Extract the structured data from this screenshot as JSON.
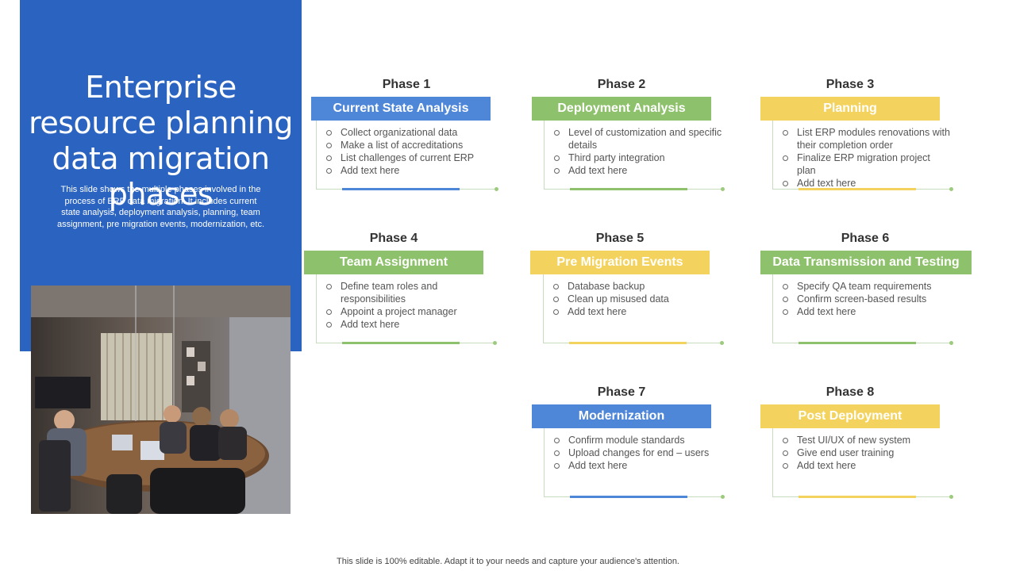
{
  "title": "Enterprise resource planning data migration phases",
  "description": "This slide shows the multiple phases involved in the process of ERP data migration. It includes current state analysis, deployment analysis, planning, team assignment, pre migration events, modernization, etc.",
  "footer": "This slide is 100% editable. Adapt it to your needs and capture your audience's attention.",
  "colors": {
    "panel_blue": "#2b63c0",
    "blue": "#4e86d8",
    "green": "#8ec16b",
    "yellow": "#f3d35d"
  },
  "phases": [
    {
      "label": "Phase 1",
      "heading": "Current State Analysis",
      "color": "blue",
      "items": [
        "Collect organizational data",
        "Make a list of accreditations",
        "List challenges of current ERP",
        "Add text here"
      ]
    },
    {
      "label": "Phase 2",
      "heading": "Deployment Analysis",
      "color": "green",
      "items": [
        "Level of customization and specific details",
        "Third party integration",
        "Add text here"
      ]
    },
    {
      "label": "Phase 3",
      "heading": "Planning",
      "color": "yellow",
      "items": [
        "List ERP modules renovations with their completion order",
        "Finalize ERP migration project plan",
        "Add text here"
      ]
    },
    {
      "label": "Phase 4",
      "heading": "Team Assignment",
      "color": "green",
      "items": [
        "Define team roles and responsibilities",
        "Appoint a project manager",
        "Add text here"
      ]
    },
    {
      "label": "Phase 5",
      "heading": "Pre Migration Events",
      "color": "yellow",
      "items": [
        "Database backup",
        "Clean up misused data",
        "Add text here"
      ]
    },
    {
      "label": "Phase 6",
      "heading": "Data Transmission and Testing",
      "color": "green",
      "items": [
        "Specify QA team requirements",
        "Confirm screen-based results",
        "Add text here"
      ]
    },
    {
      "label": "Phase 7",
      "heading": "Modernization",
      "color": "blue",
      "items": [
        "Confirm module standards",
        "Upload changes for end – users",
        "Add text here"
      ]
    },
    {
      "label": "Phase 8",
      "heading": "Post Deployment",
      "color": "yellow",
      "items": [
        "Test UI/UX of new system",
        "Give end user training",
        "Add text here"
      ]
    }
  ]
}
